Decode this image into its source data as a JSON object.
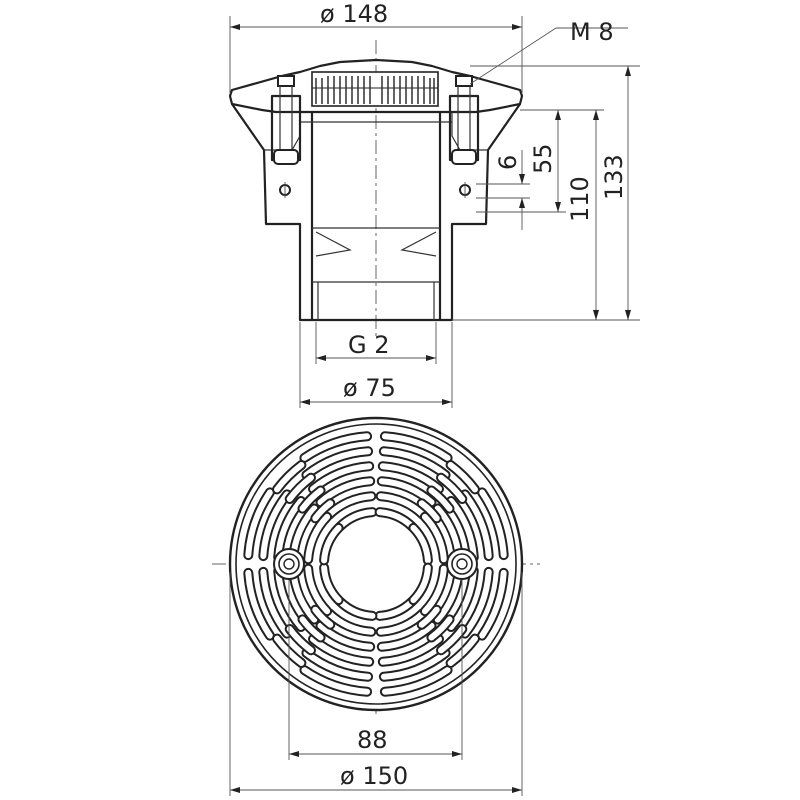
{
  "drawing": {
    "labels": {
      "dia_148": "ø 148",
      "thread_m8": "M 8",
      "dim_6": "6",
      "dim_55": "55",
      "dim_110": "110",
      "dim_133": "133",
      "thread_g2": "G 2",
      "dia_75": "ø 75",
      "dim_88": "88",
      "dia_150": "ø 150"
    },
    "views": [
      "side-section-view",
      "top-grate-view"
    ],
    "line_color": "#222222",
    "background": "#ffffff"
  }
}
